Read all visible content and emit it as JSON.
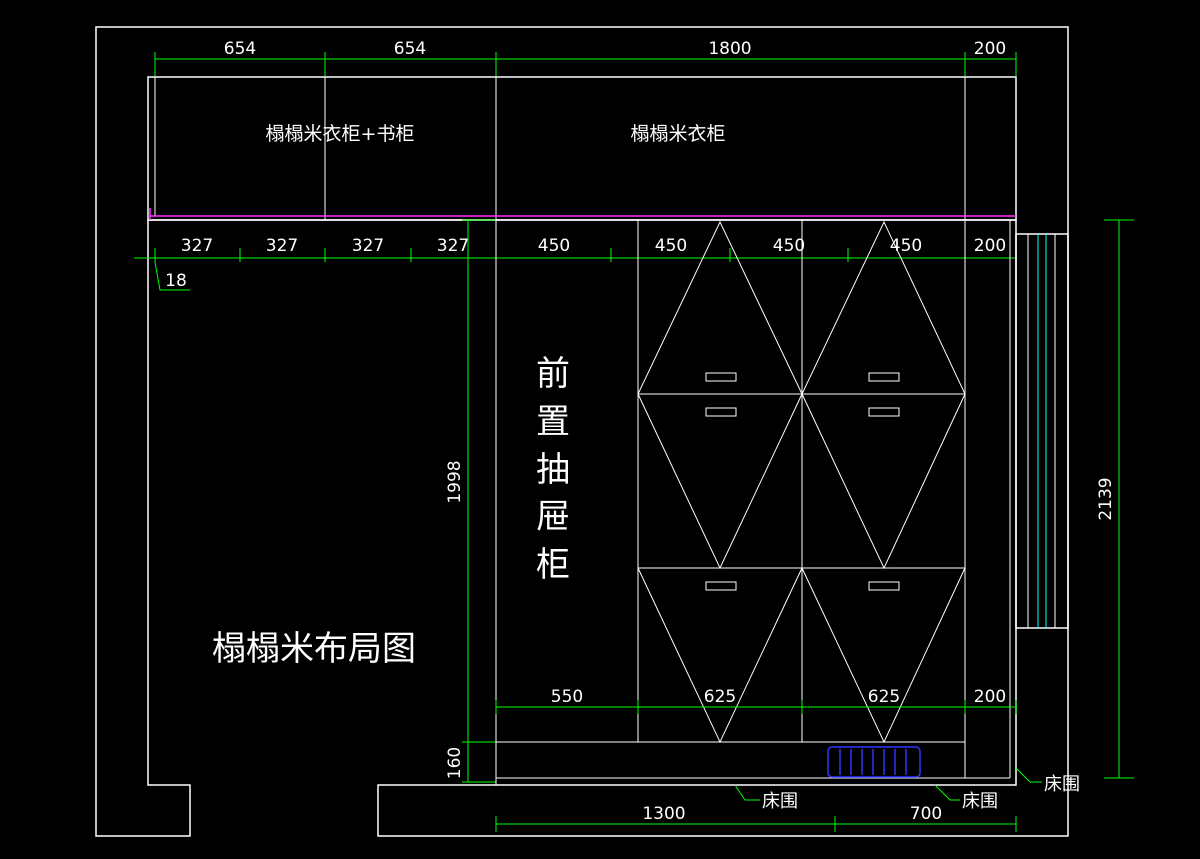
{
  "drawing": {
    "title": "榻榻米布局图",
    "label_cabinet_left": "榻榻米衣柜+书柜",
    "label_cabinet_right": "榻榻米衣柜",
    "label_drawer_cabinet": [
      "前",
      "置",
      "抽",
      "屉",
      "柜"
    ],
    "bed_rail_labels": [
      "床围",
      "床围",
      "床围"
    ]
  },
  "dimensions": {
    "top_row": [
      "654",
      "654",
      "1800",
      "200"
    ],
    "second_row": [
      "327",
      "327",
      "327",
      "327",
      "450",
      "450",
      "450",
      "450",
      "200"
    ],
    "panel_thickness": "18",
    "lower_row": [
      "550",
      "625",
      "625",
      "200"
    ],
    "bottom_row": [
      "1300",
      "700"
    ],
    "height_left": "1998",
    "height_bottom_left": "160",
    "height_right": "2139"
  },
  "colors": {
    "background": "#000000",
    "lines": "#ffffff",
    "dimension": "#00ff00",
    "magenta": "#ff33ff",
    "blue": "#3333ff",
    "cyan": "#00ffff"
  }
}
